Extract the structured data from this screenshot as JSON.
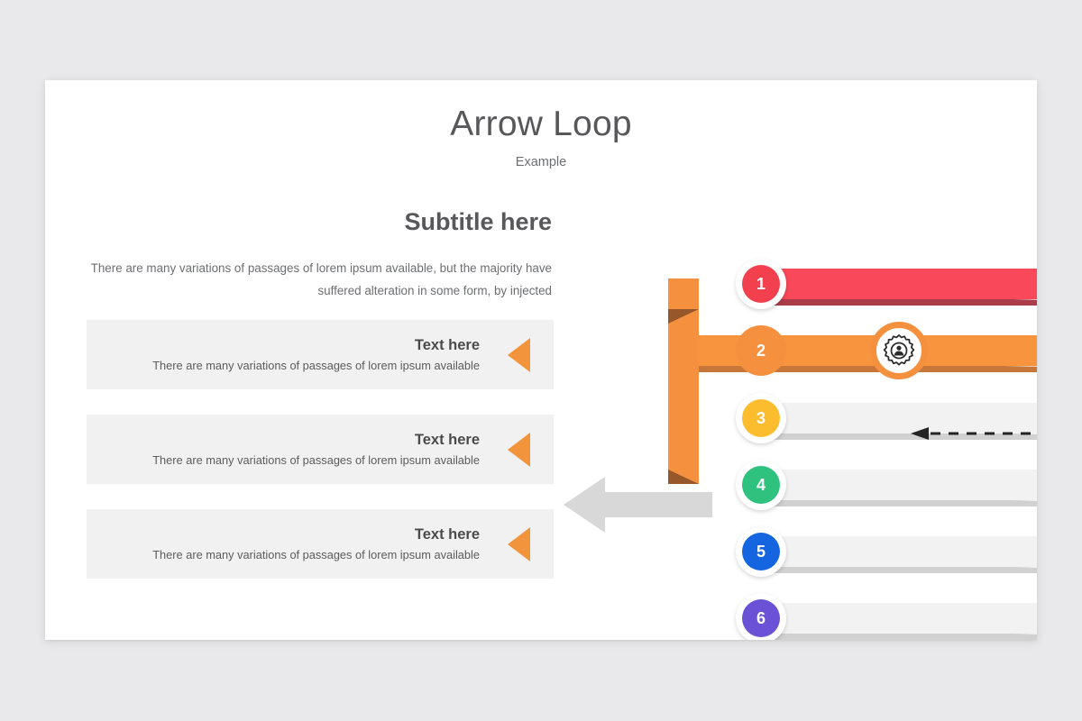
{
  "slide": {
    "title": "Arrow Loop",
    "subtitle": "Example"
  },
  "left": {
    "subhead": "Subtitle here",
    "lead": "There are many variations of passages of lorem ipsum available, but the majority have suffered alteration in some form, by injected",
    "cards": [
      {
        "heading": "Text here",
        "body": "There are many variations of passages of lorem ipsum available"
      },
      {
        "heading": "Text here",
        "body": "There are many variations of passages of lorem ipsum available"
      },
      {
        "heading": "Text here",
        "body": "There are many variations of passages of lorem ipsum available"
      }
    ]
  },
  "diagram": {
    "icon": "gear-user-icon",
    "steps": [
      {
        "number": "1",
        "color": "#f2404f",
        "bar_color": "#f8485a",
        "shadow_color": "#a63240",
        "style": "ringed"
      },
      {
        "number": "2",
        "color": "#f4903e",
        "bar_color": "#f8943e",
        "shadow_color": "#c4702f",
        "style": "flat"
      },
      {
        "number": "3",
        "color": "#fbbd2e",
        "bar_color": "#f2f2f2",
        "shadow_color": "#c9c9c9",
        "style": "ringed"
      },
      {
        "number": "4",
        "color": "#2ec27e",
        "bar_color": "#f2f2f2",
        "shadow_color": "#c9c9c9",
        "style": "ringed"
      },
      {
        "number": "5",
        "color": "#1565e0",
        "bar_color": "#f2f2f2",
        "shadow_color": "#c9c9c9",
        "style": "ringed"
      },
      {
        "number": "6",
        "color": "#6b51d6",
        "bar_color": "#f2f2f2",
        "shadow_color": "#c9c9c9",
        "style": "ringed"
      }
    ],
    "spine_color": "#f4903e",
    "spine_fold_color": "#96582a",
    "return_arrow_color": "#d8d8d8",
    "dashed_arrow_color": "#242424",
    "accent_triangle_color": "#f2943c"
  },
  "theme": {
    "page_background": "#e9e9eb",
    "slide_background": "#ffffff",
    "card_background": "#f1f1f1",
    "title_color": "#58585a",
    "body_color": "#6d6e70"
  }
}
